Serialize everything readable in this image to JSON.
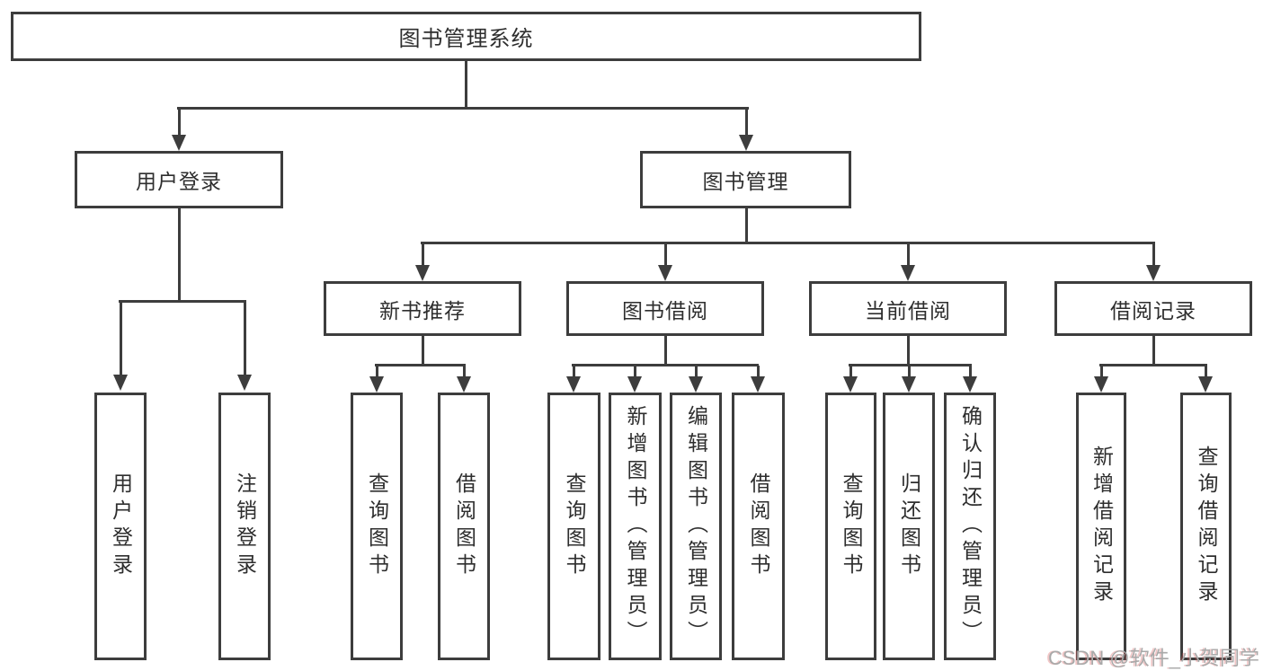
{
  "diagram_type": "tree-structure-chart",
  "colors": {
    "line": "#3d3d3d",
    "box_border": "#3d3d3d",
    "text": "#2e2e2e",
    "background": "#ffffff",
    "watermark": "#a9a9a9"
  },
  "root": {
    "label": "图书管理系统"
  },
  "level2": [
    {
      "label": "用户登录"
    },
    {
      "label": "图书管理"
    }
  ],
  "level3": [
    {
      "label": "新书推荐"
    },
    {
      "label": "图书借阅"
    },
    {
      "label": "当前借阅"
    },
    {
      "label": "借阅记录"
    }
  ],
  "leaves": [
    {
      "label": "用户登录",
      "parent": "用户登录"
    },
    {
      "label": "注销登录",
      "parent": "用户登录"
    },
    {
      "label": "查询图书",
      "parent": "新书推荐"
    },
    {
      "label": "借阅图书",
      "parent": "新书推荐"
    },
    {
      "label": "查询图书",
      "parent": "图书借阅"
    },
    {
      "label": "新增图书（管理员）",
      "parent": "图书借阅"
    },
    {
      "label": "编辑图书（管理员）",
      "parent": "图书借阅"
    },
    {
      "label": "借阅图书",
      "parent": "图书借阅"
    },
    {
      "label": "查询图书",
      "parent": "当前借阅"
    },
    {
      "label": "归还图书",
      "parent": "当前借阅"
    },
    {
      "label": "确认归还（管理员）",
      "parent": "当前借阅"
    },
    {
      "label": "新增借阅记录",
      "parent": "借阅记录"
    },
    {
      "label": "查询借阅记录",
      "parent": "借阅记录"
    }
  ],
  "watermark": "CSDN @软件_小贺同学"
}
